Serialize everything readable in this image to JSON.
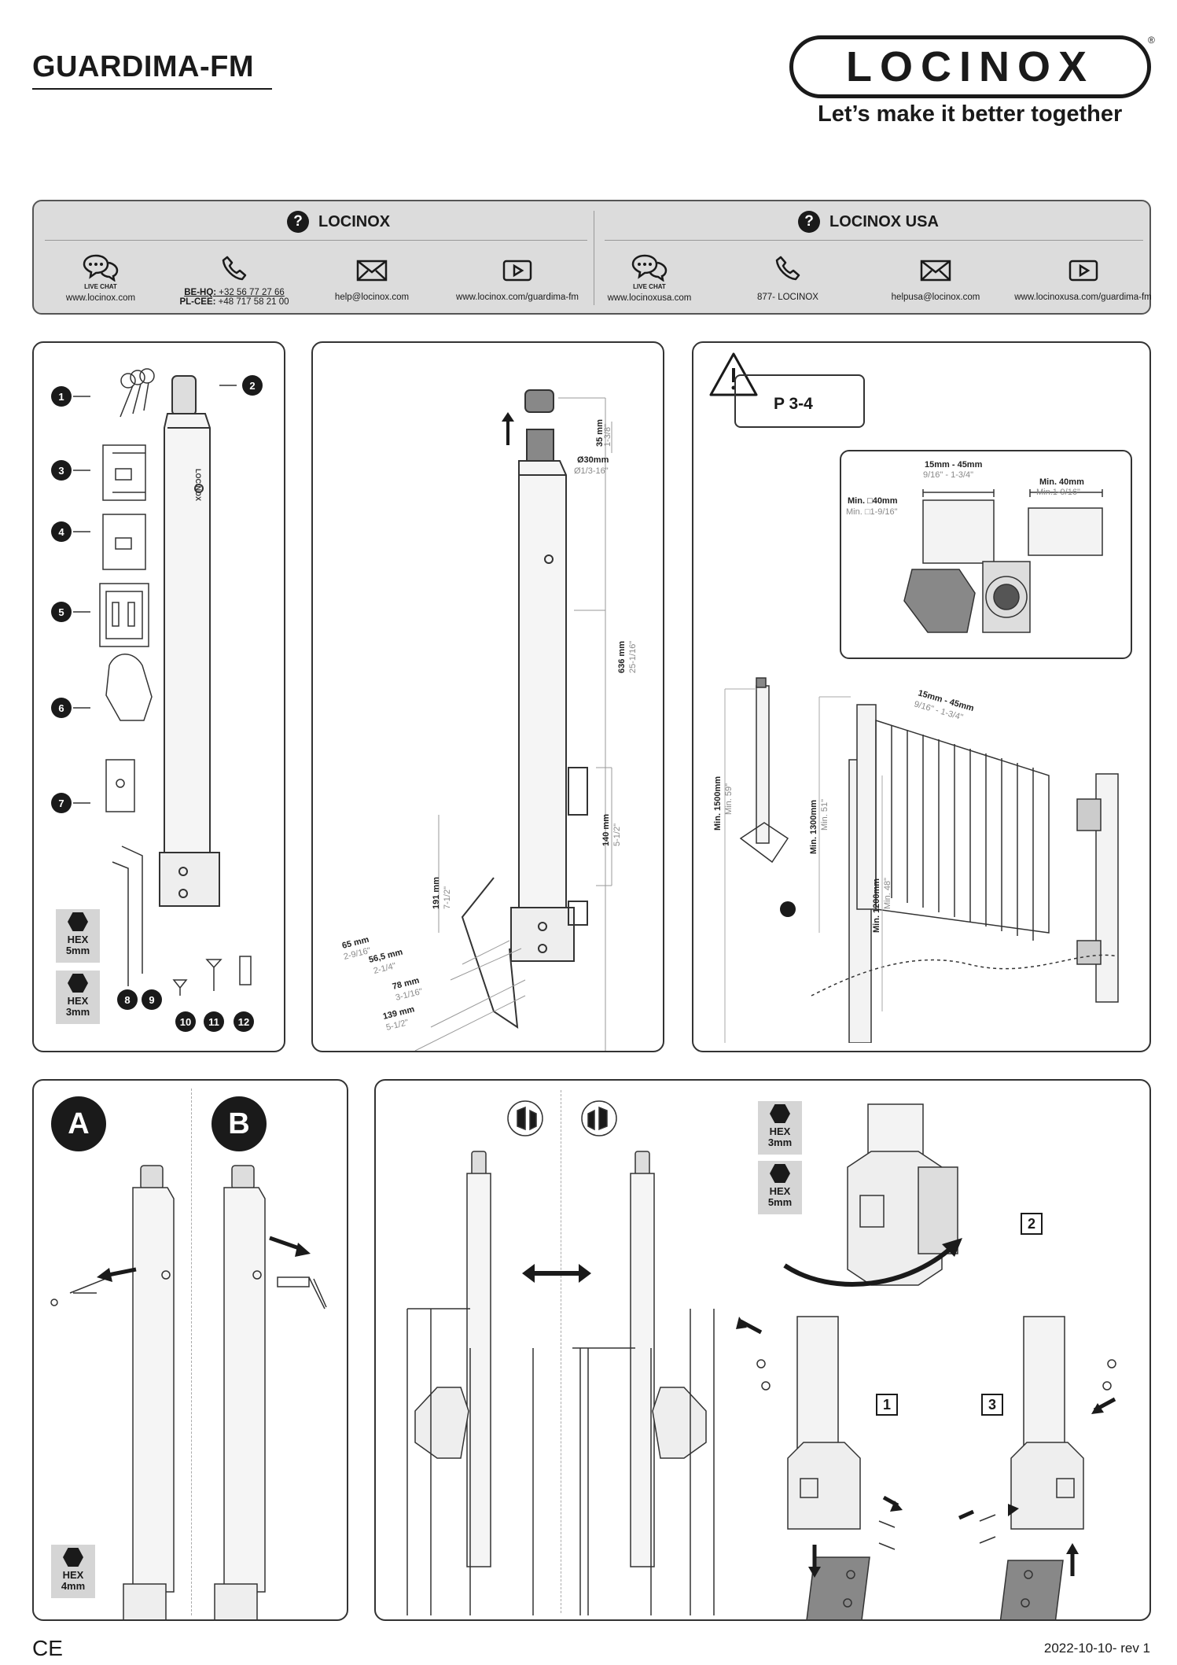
{
  "header": {
    "title": "GUARDIMA-FM",
    "logo_text": "LOCINOX",
    "logo_reg": "®",
    "tagline": "Let’s make it better together"
  },
  "contact": {
    "left": {
      "heading": "LOCINOX",
      "live_chat_label": "LIVE CHAT",
      "website": "www.locinox.com",
      "phone_bold_1": "BE-HQ:",
      "phone_value_1": " +32 56 77 27 66",
      "phone_bold_2": "PL-CEE:",
      "phone_value_2": " +48 717 58 21 00",
      "email": "help@locinox.com",
      "video": "www.locinox.com/guardima-fm"
    },
    "right": {
      "heading": "LOCINOX USA",
      "live_chat_label": "LIVE CHAT",
      "website": "www.locinoxusa.com",
      "phone": "877- LOCINOX",
      "email": "helpusa@locinox.com",
      "video": "www.locinoxusa.com/guardima-fm"
    }
  },
  "parts_panel": {
    "numbers": [
      "1",
      "2",
      "3",
      "4",
      "5",
      "6",
      "7",
      "8",
      "9",
      "10",
      "11",
      "12"
    ],
    "hex_5": [
      "HEX",
      "5mm"
    ],
    "hex_3": [
      "HEX",
      "3mm"
    ],
    "brand_on_post": "LOCINOX"
  },
  "dimensions_panel": {
    "d1_mm": "35 mm",
    "d1_in": "1-3/8\"",
    "d2_mm": "Ø30mm",
    "d2_in": "Ø1/3-16\"",
    "d3_mm": "636 mm",
    "d3_in": "25-1/16\"",
    "d4_mm": "140 mm",
    "d4_in": "5-1/2\"",
    "d5_mm": "191 mm",
    "d5_in": "7-1/2\"",
    "d6_mm": "65 mm",
    "d6_in": "2-9/16\"",
    "d7_mm": "56,5 mm",
    "d7_in": "2-1/4\"",
    "d8_mm": "78 mm",
    "d8_in": "3-1/16\"",
    "d9_mm": "139 mm",
    "d9_in": "5-1/2\""
  },
  "install_panel": {
    "ref": "P 3-4",
    "gap_mm": "15mm - 45mm",
    "gap_in": "9/16\" - 1-3/4\"",
    "min_post_mm": "Min. □40mm",
    "min_post_in": "Min. □1-9/16\"",
    "min_width_mm": "Min. 40mm",
    "min_width_in": "Min.1-9/16\"",
    "gap2_mm": "15mm - 45mm",
    "gap2_in": "9/16\" - 1-3/4\"",
    "h1_mm": "Min. 1500mm",
    "h1_in": "Min. 59\"",
    "h2_mm": "Min. 1300mm",
    "h2_in": "Min. 51\"",
    "h3_mm": "Min. 1200mm",
    "h3_in": "Min. 48\""
  },
  "ab_panel": {
    "a": "A",
    "b": "B",
    "hex_4": [
      "HEX",
      "4mm"
    ]
  },
  "reverse_panel": {
    "hex_3": [
      "HEX",
      "3mm"
    ],
    "hex_5": [
      "HEX",
      "5mm"
    ],
    "step1": "1",
    "step2": "2",
    "step3": "3"
  },
  "footer": {
    "ce": "CE",
    "revision": "2022-10-10- rev 1"
  }
}
